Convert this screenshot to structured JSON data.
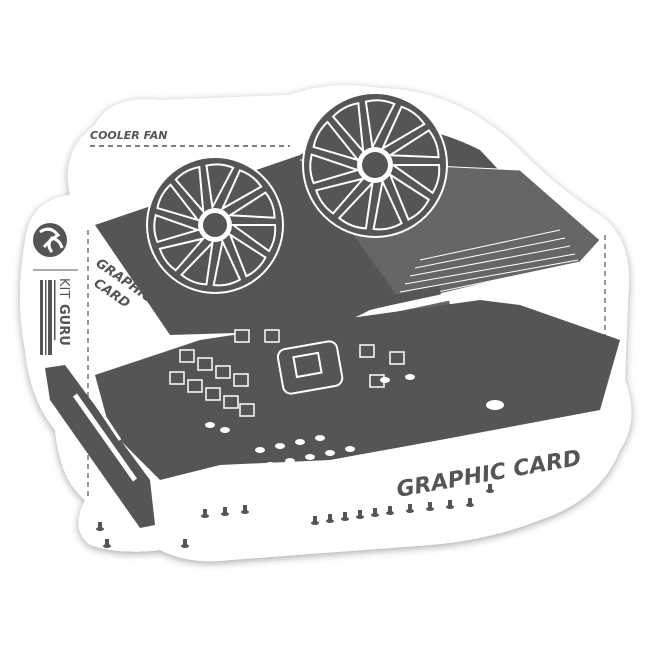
{
  "labels": {
    "cooler_fan": "COOLER FAN",
    "graphic_card_side": "GRAPHIC CARD",
    "graphic_card_side_line1": "GRAPHIC",
    "graphic_card_side_line2": "CARD",
    "graphic_card_main": "GRAPHIC CARD"
  },
  "logo": {
    "kit": "KIT",
    "guru": "GURU"
  },
  "colors": {
    "ink": "#555555",
    "sticker": "#ffffff",
    "shadow": "#d0d0d0"
  }
}
